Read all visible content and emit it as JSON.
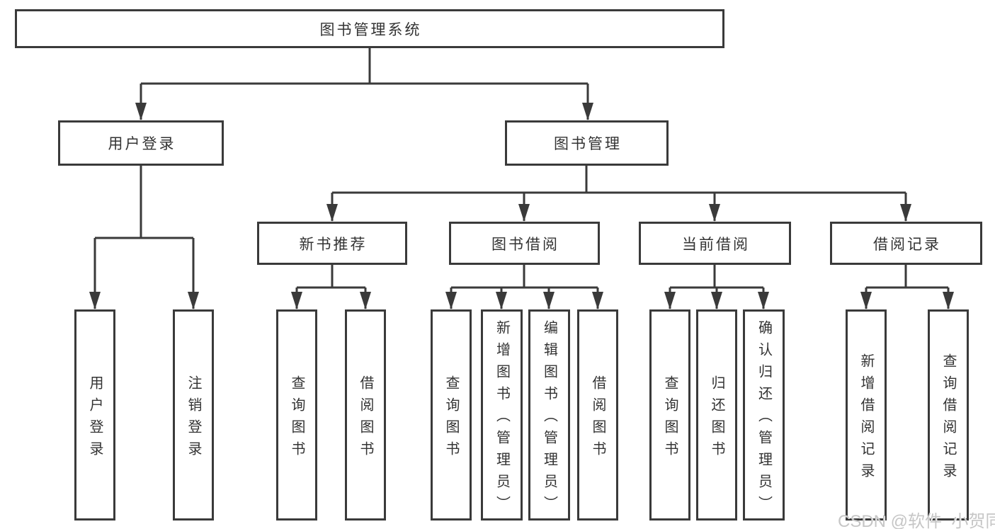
{
  "diagram": {
    "title": "图书管理系统",
    "root": {
      "label": "图书管理系统"
    },
    "level2": [
      {
        "label": "用户登录"
      },
      {
        "label": "图书管理"
      }
    ],
    "level3": [
      {
        "label": "新书推荐",
        "parent": "图书管理"
      },
      {
        "label": "图书借阅",
        "parent": "图书管理"
      },
      {
        "label": "当前借阅",
        "parent": "图书管理"
      },
      {
        "label": "借阅记录",
        "parent": "图书管理"
      }
    ],
    "leaves": [
      {
        "label": "用户登录",
        "parent": "用户登录"
      },
      {
        "label": "注销登录",
        "parent": "用户登录"
      },
      {
        "label": "查询图书",
        "parent": "新书推荐"
      },
      {
        "label": "借阅图书",
        "parent": "新书推荐"
      },
      {
        "label": "查询图书",
        "parent": "图书借阅"
      },
      {
        "label": "新增图书（管理员）",
        "parent": "图书借阅"
      },
      {
        "label": "编辑图书（管理员）",
        "parent": "图书借阅"
      },
      {
        "label": "借阅图书",
        "parent": "图书借阅"
      },
      {
        "label": "查询图书",
        "parent": "当前借阅"
      },
      {
        "label": "归还图书",
        "parent": "当前借阅"
      },
      {
        "label": "确认归还（管理员）",
        "parent": "当前借阅"
      },
      {
        "label": "新增借阅记录",
        "parent": "借阅记录"
      },
      {
        "label": "查询借阅记录",
        "parent": "借阅记录"
      }
    ]
  },
  "watermark": "CSDN @软件_小贺同学",
  "colors": {
    "line": "#3a3a3a",
    "box_border": "#3a3a3a",
    "text": "#333333",
    "watermark": "#c6c6c6",
    "background": "#ffffff"
  }
}
